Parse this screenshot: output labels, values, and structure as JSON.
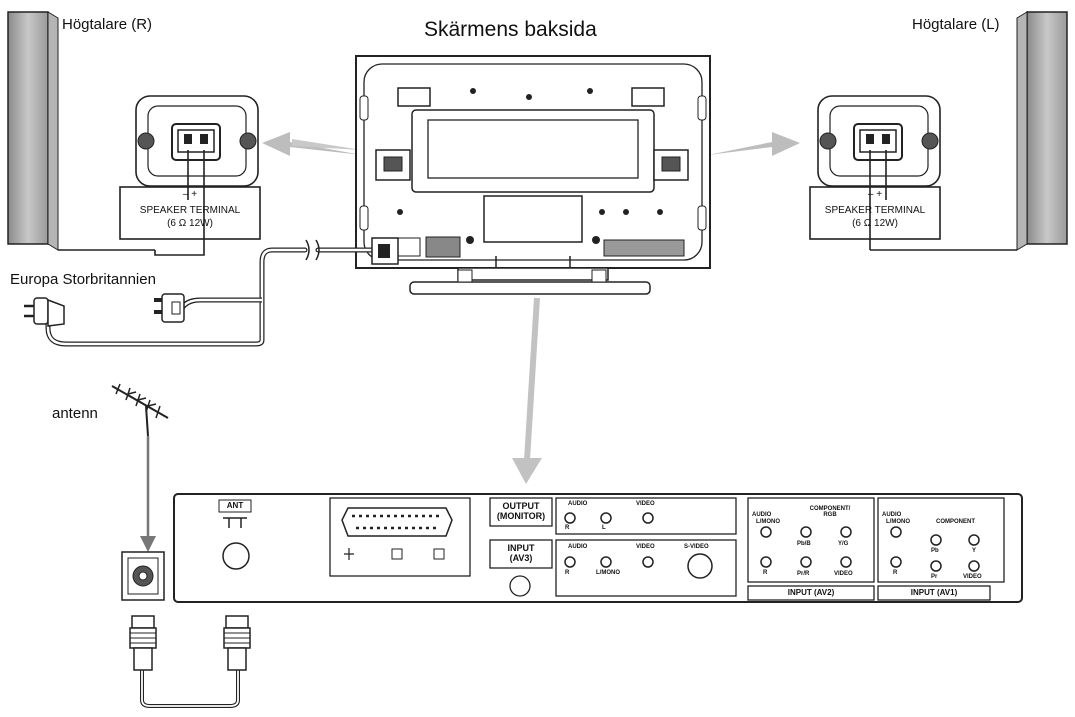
{
  "title": "Skärmens baksida",
  "speaker_right_label": "Högtalare  (R)",
  "speaker_left_label": "Högtalare (L)",
  "speaker_terminal": {
    "polarity": "–  +",
    "name": "SPEAKER TERMINAL",
    "rating": "(6 Ω 12W)"
  },
  "plug_label": "Europa Storbritannien",
  "antenna_label": "antenn",
  "panel": {
    "ant": "ANT",
    "output_monitor": "OUTPUT\n(MONITOR)",
    "input_av3": "INPUT\n(AV3)",
    "audio": "AUDIO",
    "video": "VIDEO",
    "s_video": "S-VIDEO",
    "l_mono": "L/MONO",
    "l": "L",
    "r": "R",
    "component_rgb": "COMPONENT/\nRGB",
    "component": "COMPONENT",
    "pb_b": "Pb/B",
    "pr_r": "Pr/R",
    "y_g": "Y/G",
    "pb": "Pb",
    "pr": "Pr",
    "y": "Y",
    "input_av2": "INPUT (AV2)",
    "input_av1": "INPUT (AV1)"
  }
}
